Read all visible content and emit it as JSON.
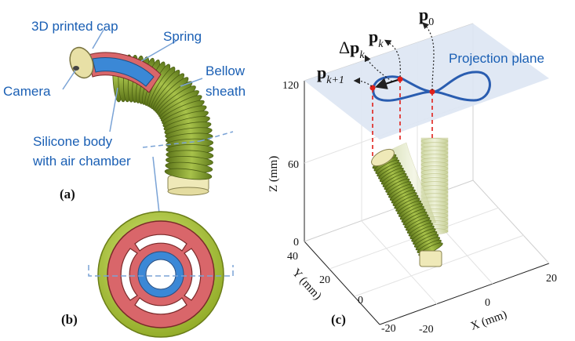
{
  "panel_a": {
    "label": "(a)",
    "callouts": {
      "cap": "3D printed cap",
      "spring": "Spring",
      "camera": "Camera",
      "bellow_line1": "Bellow",
      "bellow_line2": "sheath",
      "silicone_line1": "Silicone body",
      "silicone_line2": "with air chamber"
    }
  },
  "panel_b": {
    "label": "(b)"
  },
  "panel_c": {
    "label": "(c)",
    "projection_plane": "Projection plane",
    "z_axis_label": "Z (mm)",
    "y_axis_label": "Y (mm)",
    "x_axis_label": "X (mm)",
    "z_ticks": [
      "120",
      "60",
      "0"
    ],
    "y_ticks": [
      "40",
      "20",
      "0",
      "-20"
    ],
    "x_ticks": [
      "20",
      "0",
      "-20"
    ],
    "vectors": {
      "p0_base": "p",
      "p0_sub": "0",
      "pk_base": "p",
      "pk_sub": "k",
      "dpk_delta": "Δ",
      "dpk_base": "p",
      "dpk_sub": "k",
      "pk1_base": "p",
      "pk1_sub": "k+1"
    }
  },
  "colors": {
    "label_blue": "#1a5fb4",
    "bellow_green": "#7c9a2a",
    "silicone_red": "#d9666a",
    "spring_blue": "#3b88d6",
    "plane": "#dde5f3",
    "trajectory": "#2a5db0",
    "marker_red": "#e0201a"
  }
}
